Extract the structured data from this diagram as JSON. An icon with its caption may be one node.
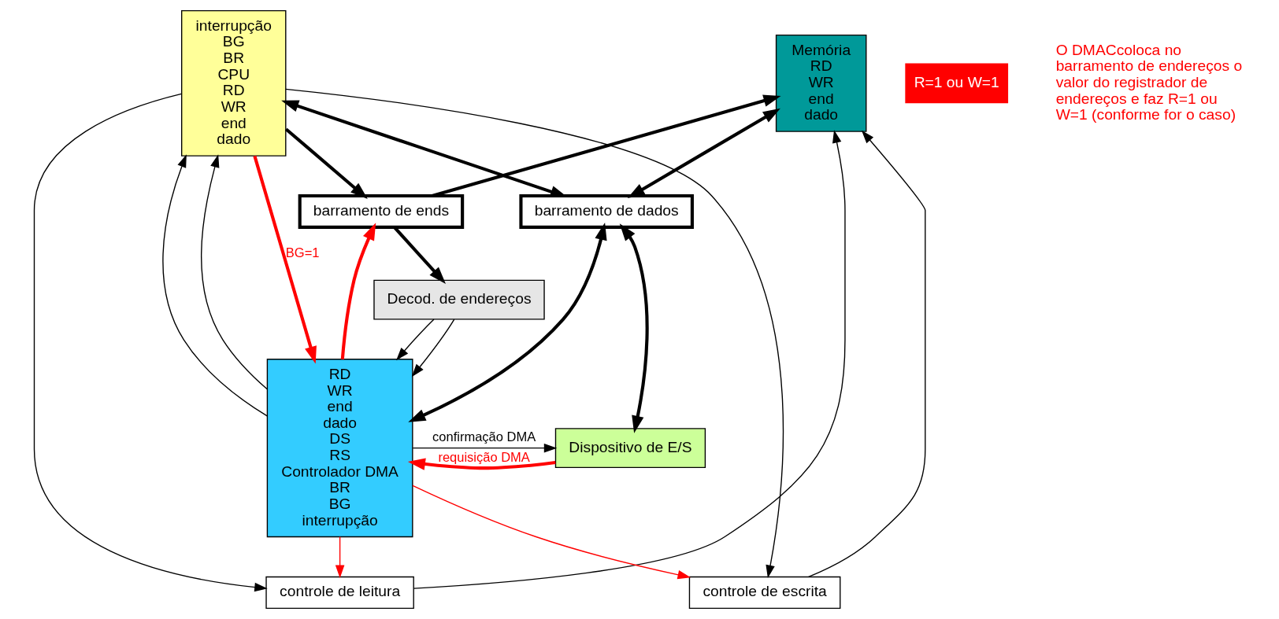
{
  "diagram": {
    "nodes": [
      {
        "text": [
          "interrupção",
          "BG",
          "BR",
          "CPU",
          "RD",
          "WR",
          "end",
          "dado"
        ]
      },
      {
        "text": [
          "Memória",
          "RD",
          "WR",
          "end",
          "dado"
        ]
      },
      {
        "text": [
          "controle de leitura"
        ]
      },
      {
        "text": [
          "controle de escrita"
        ]
      },
      {
        "text": [
          "barramento de ends"
        ]
      },
      {
        "text": [
          "barramento de dados"
        ]
      },
      {
        "text": [
          "Decod. de endereços"
        ]
      },
      {
        "text": [
          "RD",
          "WR",
          "end",
          "dado",
          "DS",
          "RS",
          "Controlador DMA",
          "BR",
          "BG",
          "interrupção"
        ]
      },
      {
        "text": [
          "Dispositivo de E/S"
        ]
      }
    ],
    "edges": [
      {
        "from": 7,
        "to": 0,
        "arrow": "to"
      },
      {
        "from": 0,
        "to": 7,
        "arrow": "to",
        "label": "BG=1",
        "style": "thick",
        "color": "#ff0000"
      },
      {
        "from": 7,
        "to": 0,
        "arrow": "to"
      },
      {
        "from": 6,
        "to": 7,
        "arrow": "to"
      },
      {
        "from": 6,
        "to": 7,
        "arrow": "to"
      },
      {
        "from": 0,
        "to": 2,
        "arrow": "to"
      },
      {
        "from": 7,
        "to": 2,
        "arrow": "to",
        "color": "#ff0000"
      },
      {
        "from": 2,
        "to": 1,
        "arrow": "to"
      },
      {
        "from": 0,
        "to": 3,
        "arrow": "to"
      },
      {
        "from": 7,
        "to": 3,
        "arrow": "to",
        "color": "#ff0000"
      },
      {
        "from": 3,
        "to": 1,
        "arrow": "to"
      },
      {
        "from": 0,
        "to": 4,
        "arrow": "to",
        "style": "thick"
      },
      {
        "from": 7,
        "to": 4,
        "arrow": "to",
        "style": "thick",
        "color": "#ff0000"
      },
      {
        "from": 4,
        "to": 1,
        "arrow": "to",
        "style": "thick"
      },
      {
        "from": 4,
        "to": 6,
        "arrow": "to",
        "style": "thick"
      },
      {
        "from": 0,
        "to": 5,
        "arrow": "both",
        "style": "thick"
      },
      {
        "from": 1,
        "to": 5,
        "arrow": "both",
        "style": "thick"
      },
      {
        "from": 7,
        "to": 5,
        "arrow": "both",
        "style": "thick"
      },
      {
        "from": 8,
        "to": 5,
        "arrow": "both",
        "style": "thick"
      },
      {
        "from": 8,
        "to": 7,
        "arrow": "to",
        "label": "requisição DMA",
        "style": "thick",
        "color": "#ff0000"
      },
      {
        "from": 7,
        "to": 8,
        "arrow": "to",
        "label": "confirmação DMA"
      }
    ],
    "labels": [
      "R=1 ou W=1",
      "O DMACcoloca no barramento de endereços o  valor do registrador de endereços e faz R=1 ou W=1 (conforme for o caso)"
    ]
  }
}
